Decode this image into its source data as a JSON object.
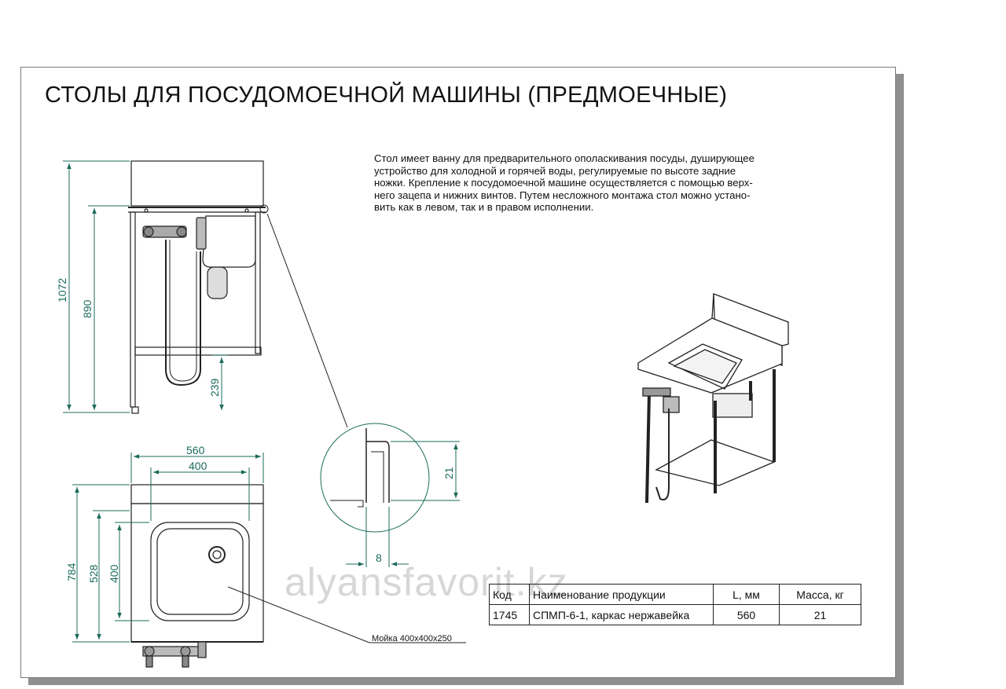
{
  "title": "СТОЛЫ ДЛЯ ПОСУДОМОЕЧНОЙ МАШИНЫ (ПРЕДМОЕЧНЫЕ)",
  "description_lines": [
    "Стол имеет ванну для предварительного ополаскивания посуды, душирующее",
    "устройство для холодной и горячей воды, регулируемые по высоте задние",
    "ножки. Крепление к посудомоечной машине осуществляется с помощью верх-",
    "него зацепа и нижних винтов. Путем несложного монтажа стол можно устано-",
    "вить как в левом, так и в правом исполнении."
  ],
  "dimensions": {
    "height_total": "1072",
    "height_table": "890",
    "shelf_height": "239",
    "width_total": "560",
    "width_sink": "400",
    "depth_total": "784",
    "depth_inner": "528",
    "depth_sink": "400",
    "detail_height": "21",
    "detail_width": "8"
  },
  "sink_label": "Мойка 400х400х250",
  "table": {
    "headers": [
      "Код",
      "Наименование продукции",
      "L, мм",
      "Масса, кг"
    ],
    "rows": [
      [
        "1745",
        "СПМП-6-1, каркас нержавейка",
        "560",
        "21"
      ]
    ]
  },
  "watermark": "alyansfavorit.kz",
  "colors": {
    "dimension": "#1b6b5a",
    "line": "#222222",
    "shadow": "#8f8f8f"
  }
}
